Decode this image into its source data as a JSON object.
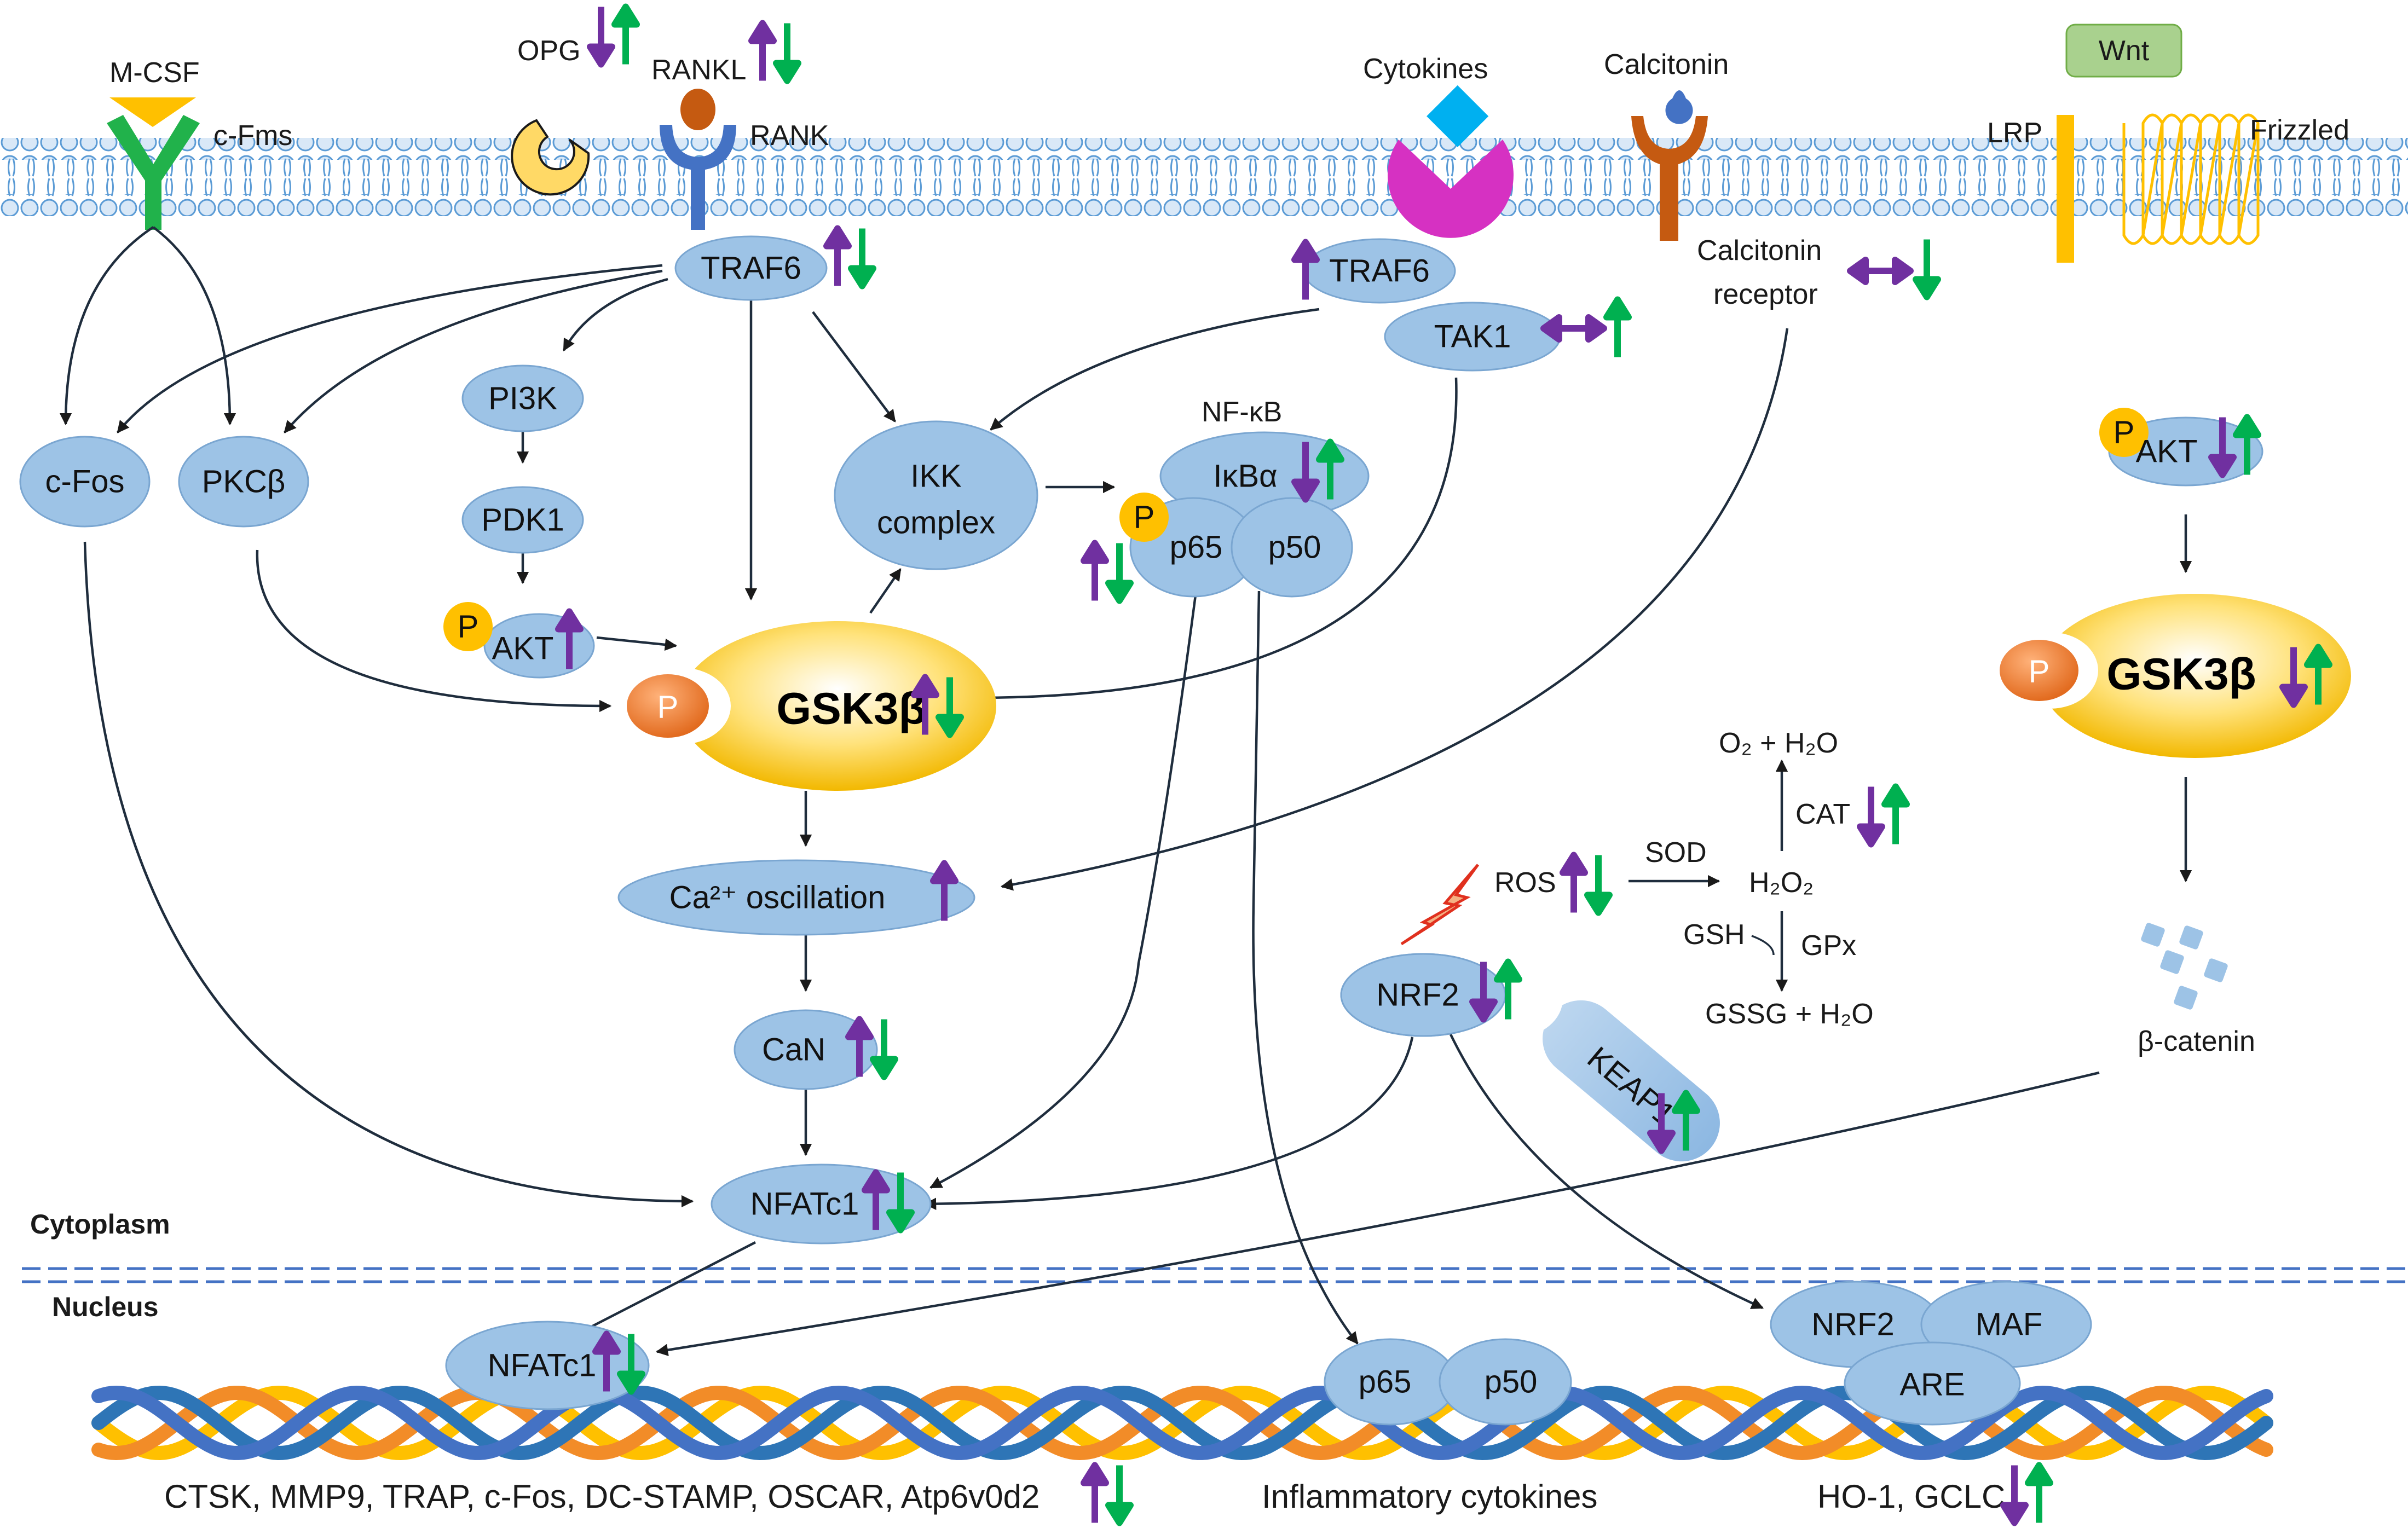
{
  "labels": {
    "mcsf": "M-CSF",
    "cfms": "c-Fms",
    "opg": "OPG",
    "rankl": "RANKL",
    "rank": "RANK",
    "cytokines": "Cytokines",
    "calcitonin": "Calcitonin",
    "wnt": "Wnt",
    "lrp": "LRP",
    "frizzled": "Frizzled",
    "calcitonin_receptor_1": "Calcitonin",
    "calcitonin_receptor_2": "receptor",
    "nfkb": "NF-κB",
    "ros": "ROS",
    "sod": "SOD",
    "h2o2": "H₂O₂",
    "o2_h2o": "O₂ + H₂O",
    "cat": "CAT",
    "gsh": "GSH",
    "gpx": "GPx",
    "gssg": "GSSG + H₂O",
    "beta_catenin": "β-catenin",
    "cytoplasm": "Cytoplasm",
    "nucleus": "Nucleus",
    "genes_nfatc1": "CTSK, MMP9, TRAP, c-Fos, DC-STAMP, OSCAR, Atp6v0d2",
    "genes_nfkb": "Inflammatory cytokines",
    "genes_nrf2": "HO-1, GCLC"
  },
  "nodes": {
    "traf6_a": "TRAF6",
    "traf6_b": "TRAF6",
    "tak1": "TAK1",
    "cfos": "c-Fos",
    "pkcb": "PKCβ",
    "pi3k": "PI3K",
    "pdk1": "PDK1",
    "akt_left": "AKT",
    "akt_right": "AKT",
    "ikk_1": "IKK",
    "ikk_2": "complex",
    "ikba": "IκBα",
    "p65": "p65",
    "p50": "p50",
    "gsk3b_left": "GSK3β",
    "gsk3b_right": "GSK3β",
    "ca_osc": "Ca²⁺ oscillation",
    "can": "CaN",
    "nfatc1_cyto": "NFATc1",
    "nrf2": "NRF2",
    "keap1": "KEAP1",
    "nfatc1_nuc": "NFATc1",
    "p65_nuc": "p65",
    "p50_nuc": "p50",
    "nrf2_nuc": "NRF2",
    "maf": "MAF",
    "are": "ARE",
    "p": "P"
  },
  "colors": {
    "node_fill": "#9dc3e6",
    "node_stroke": "#7aa6d1",
    "purple": "#7030a0",
    "green": "#00b050",
    "gold": "#ffc000",
    "orange_p": "#ed7d31",
    "membrane": "#5b9bd5",
    "wnt_box": "#a9d18e",
    "magenta": "#d631c2",
    "cyan": "#00b0f0",
    "rust": "#c55a11",
    "mcsf_green": "#21b24b",
    "rank_blue": "#4472c4"
  }
}
